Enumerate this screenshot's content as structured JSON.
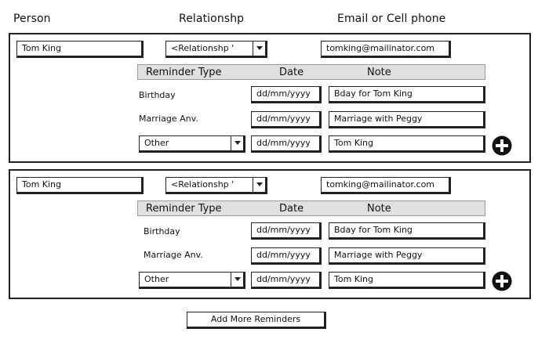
{
  "headers": {
    "person": "Person",
    "relationship": "Relationshp",
    "contact": "Email or Cell phone"
  },
  "cards": [
    {
      "person": "Tom King",
      "relationship": "<Relationshp '",
      "contact": "tomking@mailinator.com",
      "table_headers": {
        "type": "Reminder Type",
        "date": "Date",
        "note": "Note"
      },
      "reminders": [
        {
          "type": "Birthday",
          "date": "dd/mm/yyyy",
          "note": "Bday for Tom King"
        },
        {
          "type": "Marriage Anv.",
          "date": "dd/mm/yyyy",
          "note": "Marriage with Peggy"
        },
        {
          "type": "Other",
          "date": "dd/mm/yyyy",
          "note": "Tom King"
        }
      ],
      "add_icon": "plus-circle-icon"
    },
    {
      "person": "Tom King",
      "relationship": "<Relationshp '",
      "contact": "tomking@mailinator.com",
      "table_headers": {
        "type": "Reminder Type",
        "date": "Date",
        "note": "Note"
      },
      "reminders": [
        {
          "type": "Birthday",
          "date": "dd/mm/yyyy",
          "note": "Bday for Tom King"
        },
        {
          "type": "Marriage Anv.",
          "date": "dd/mm/yyyy",
          "note": "Marriage with Peggy"
        },
        {
          "type": "Other",
          "date": "dd/mm/yyyy",
          "note": "Tom King"
        }
      ],
      "add_icon": "plus-circle-icon"
    }
  ],
  "add_more_label": "Add More Reminders",
  "colors": {
    "border": "#222222",
    "header_bg": "#e0e0e0",
    "header_border": "#9a9a9a",
    "icon": "#111111"
  }
}
